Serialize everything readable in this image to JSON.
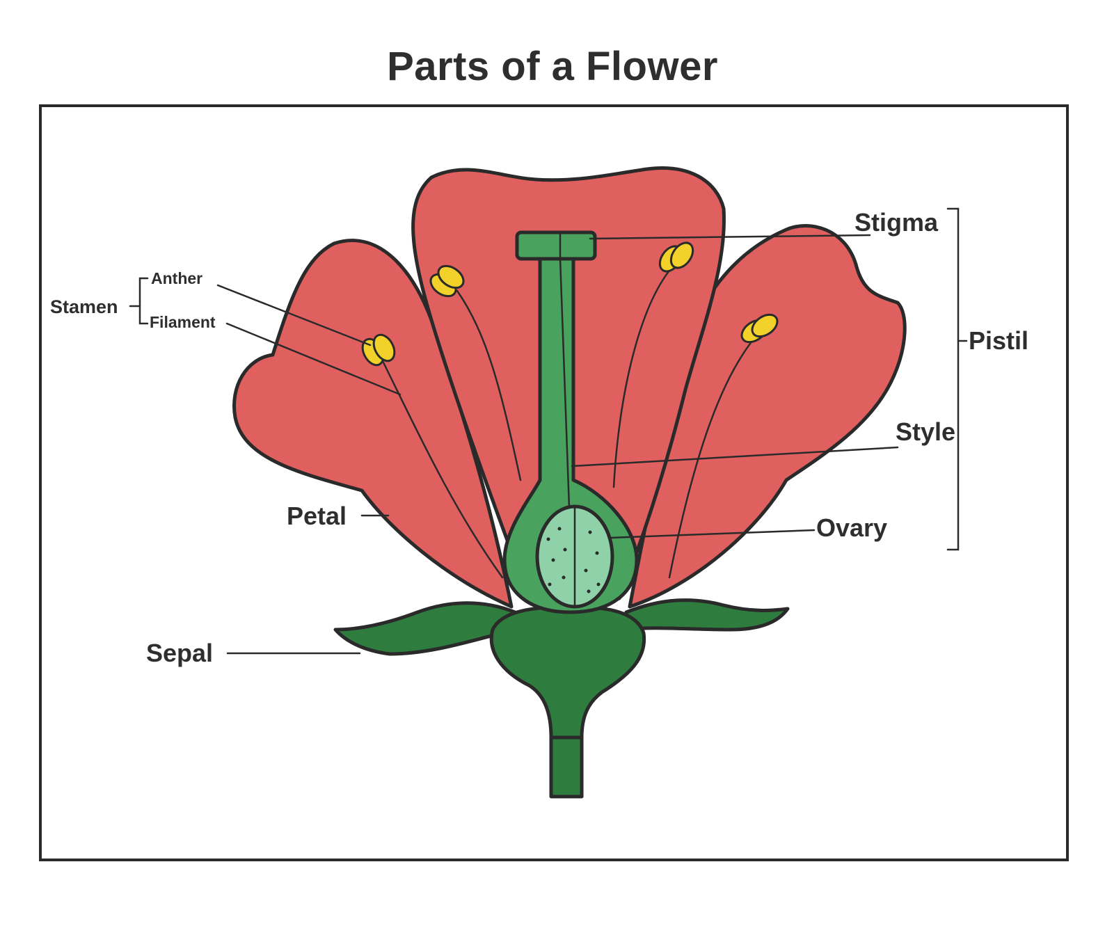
{
  "title": "Parts of a Flower",
  "labels": {
    "stamen": "Stamen",
    "anther": "Anther",
    "filament": "Filament",
    "petal": "Petal",
    "sepal": "Sepal",
    "stigma": "Stigma",
    "pistil": "Pistil",
    "style": "Style",
    "ovary": "Ovary"
  },
  "colors": {
    "petal": "#e0605f",
    "pistil": "#49a35f",
    "ovary_inner": "#8fd1a8",
    "sepal": "#2e7d3e",
    "anther": "#f2d22a",
    "outline": "#2a2a2a"
  }
}
